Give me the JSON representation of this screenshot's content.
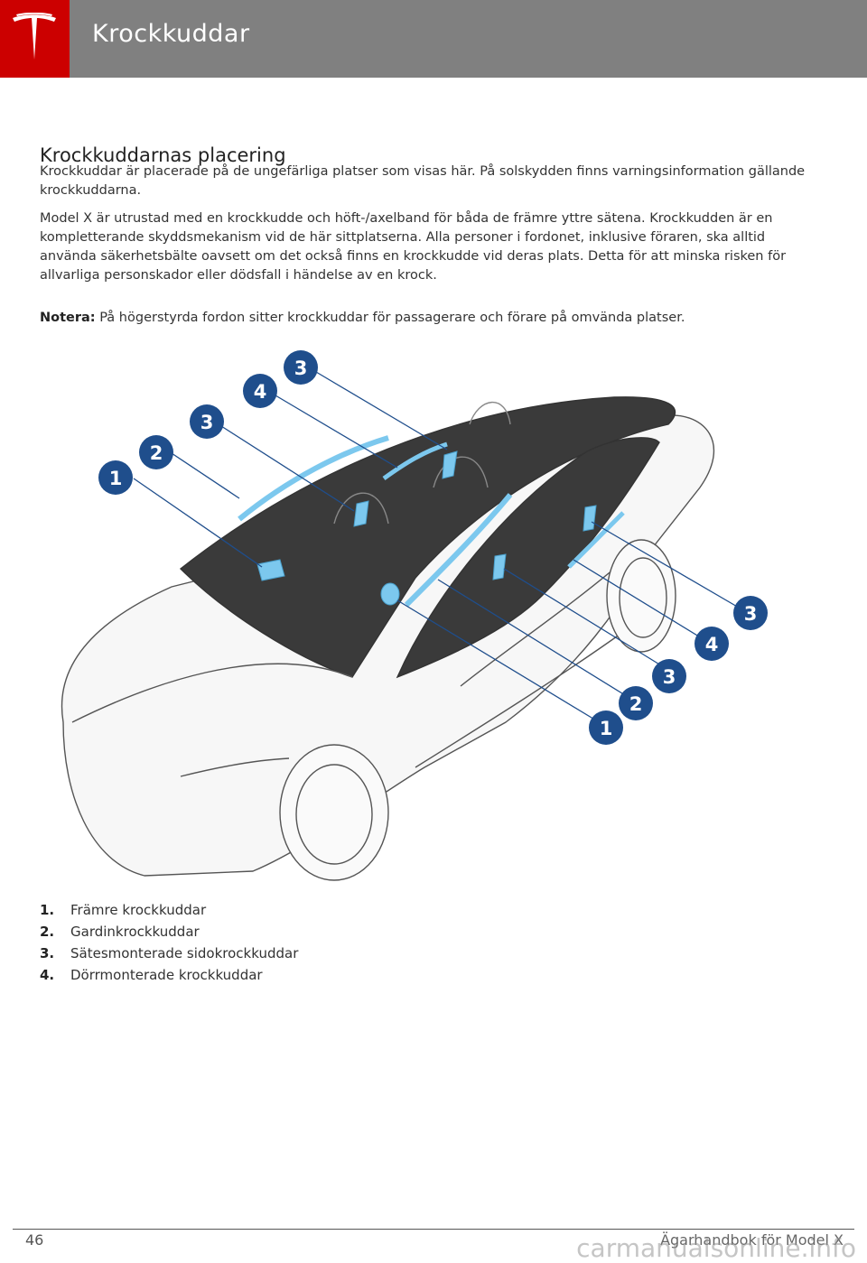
{
  "header": {
    "title": "Krockkuddar",
    "brand": "tesla-logo"
  },
  "section": {
    "title": "Krockkuddarnas placering",
    "para1": "Krockkuddar är placerade på de ungefärliga platser som visas här. På solskydden finns varningsinformation gällande krockkuddarna.",
    "para2": "Model X är utrustad med en krockkudde och höft-/axelband för båda de främre yttre sätena. Krockkudden är en kompletterande skyddsmekanism vid de här sittplatserna. Alla personer i fordonet, inklusive föraren, ska alltid använda säkerhetsbälte oavsett om det också finns en krockkudde vid deras plats. Detta för att minska risken för allvarliga personskador eller dödsfall i händelse av en krock.",
    "note_label": "Notera:",
    "note_text": " På högerstyrda fordon sitter krockkuddar för passagerare och förare på omvända platser."
  },
  "figure": {
    "left_callouts": [
      "1",
      "2",
      "3",
      "4",
      "3"
    ],
    "right_callouts": [
      "3",
      "4",
      "3",
      "2",
      "1"
    ]
  },
  "legend": [
    {
      "num": "1.",
      "text": "Främre krockkuddar"
    },
    {
      "num": "2.",
      "text": "Gardinkrockkuddar"
    },
    {
      "num": "3.",
      "text": "Sätesmonterade sidokrockkuddar"
    },
    {
      "num": "4.",
      "text": "Dörrmonterade krockkuddar"
    }
  ],
  "footer": {
    "page": "46",
    "manual": "Ägarhandbok för Model X",
    "watermark": "carmanualsonline.info"
  },
  "colors": {
    "header_bg": "#808080",
    "logo_bg": "#cc0000",
    "airbag": "#7cc8ee",
    "callout": "#1f4e8c"
  }
}
